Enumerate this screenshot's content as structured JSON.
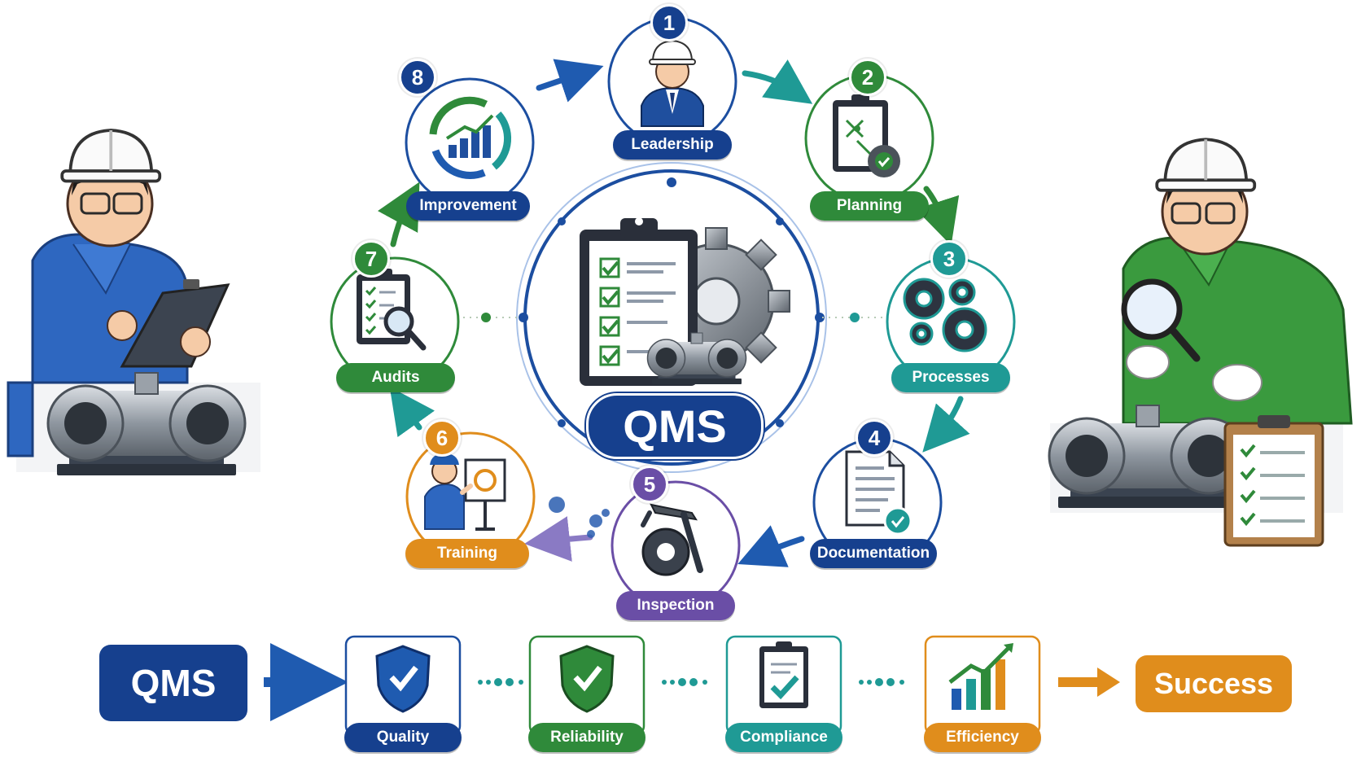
{
  "colors": {
    "navy": "#16408e",
    "blue": "#1f5bb0",
    "green": "#2f8a3a",
    "teal": "#1f9a95",
    "orange": "#e08d1c",
    "purple": "#6a4ea6"
  },
  "center": {
    "label": "QMS"
  },
  "steps": [
    {
      "number": "1",
      "label": "Leadership",
      "icon": "manager-icon",
      "color": "#16408e"
    },
    {
      "number": "2",
      "label": "Planning",
      "icon": "clipboard-plan-icon",
      "color": "#2f8a3a"
    },
    {
      "number": "3",
      "label": "Processes",
      "icon": "gears-icon",
      "color": "#1f9a95"
    },
    {
      "number": "4",
      "label": "Documentation",
      "icon": "document-check-icon",
      "color": "#16408e"
    },
    {
      "number": "5",
      "label": "Inspection",
      "icon": "tools-gear-icon",
      "color": "#6a4ea6"
    },
    {
      "number": "6",
      "label": "Training",
      "icon": "trainer-icon",
      "color": "#e08d1c"
    },
    {
      "number": "7",
      "label": "Audits",
      "icon": "audit-magnifier-icon",
      "color": "#2f8a3a"
    },
    {
      "number": "8",
      "label": "Improvement",
      "icon": "growth-cycle-icon",
      "color": "#16408e"
    }
  ],
  "flow": {
    "start": "QMS",
    "outcomes": [
      {
        "label": "Quality",
        "icon": "shield-check-icon",
        "color": "#16408e"
      },
      {
        "label": "Reliability",
        "icon": "green-shield-check-icon",
        "color": "#2f8a3a"
      },
      {
        "label": "Compliance",
        "icon": "clipboard-check-icon",
        "color": "#1f9a95"
      },
      {
        "label": "Efficiency",
        "icon": "bar-growth-icon",
        "color": "#e08d1c"
      }
    ],
    "end": "Success"
  },
  "figures": {
    "left": {
      "icon": "inspector-with-clipboard-icon"
    },
    "right": {
      "icon": "inspector-with-magnifier-icon"
    }
  }
}
